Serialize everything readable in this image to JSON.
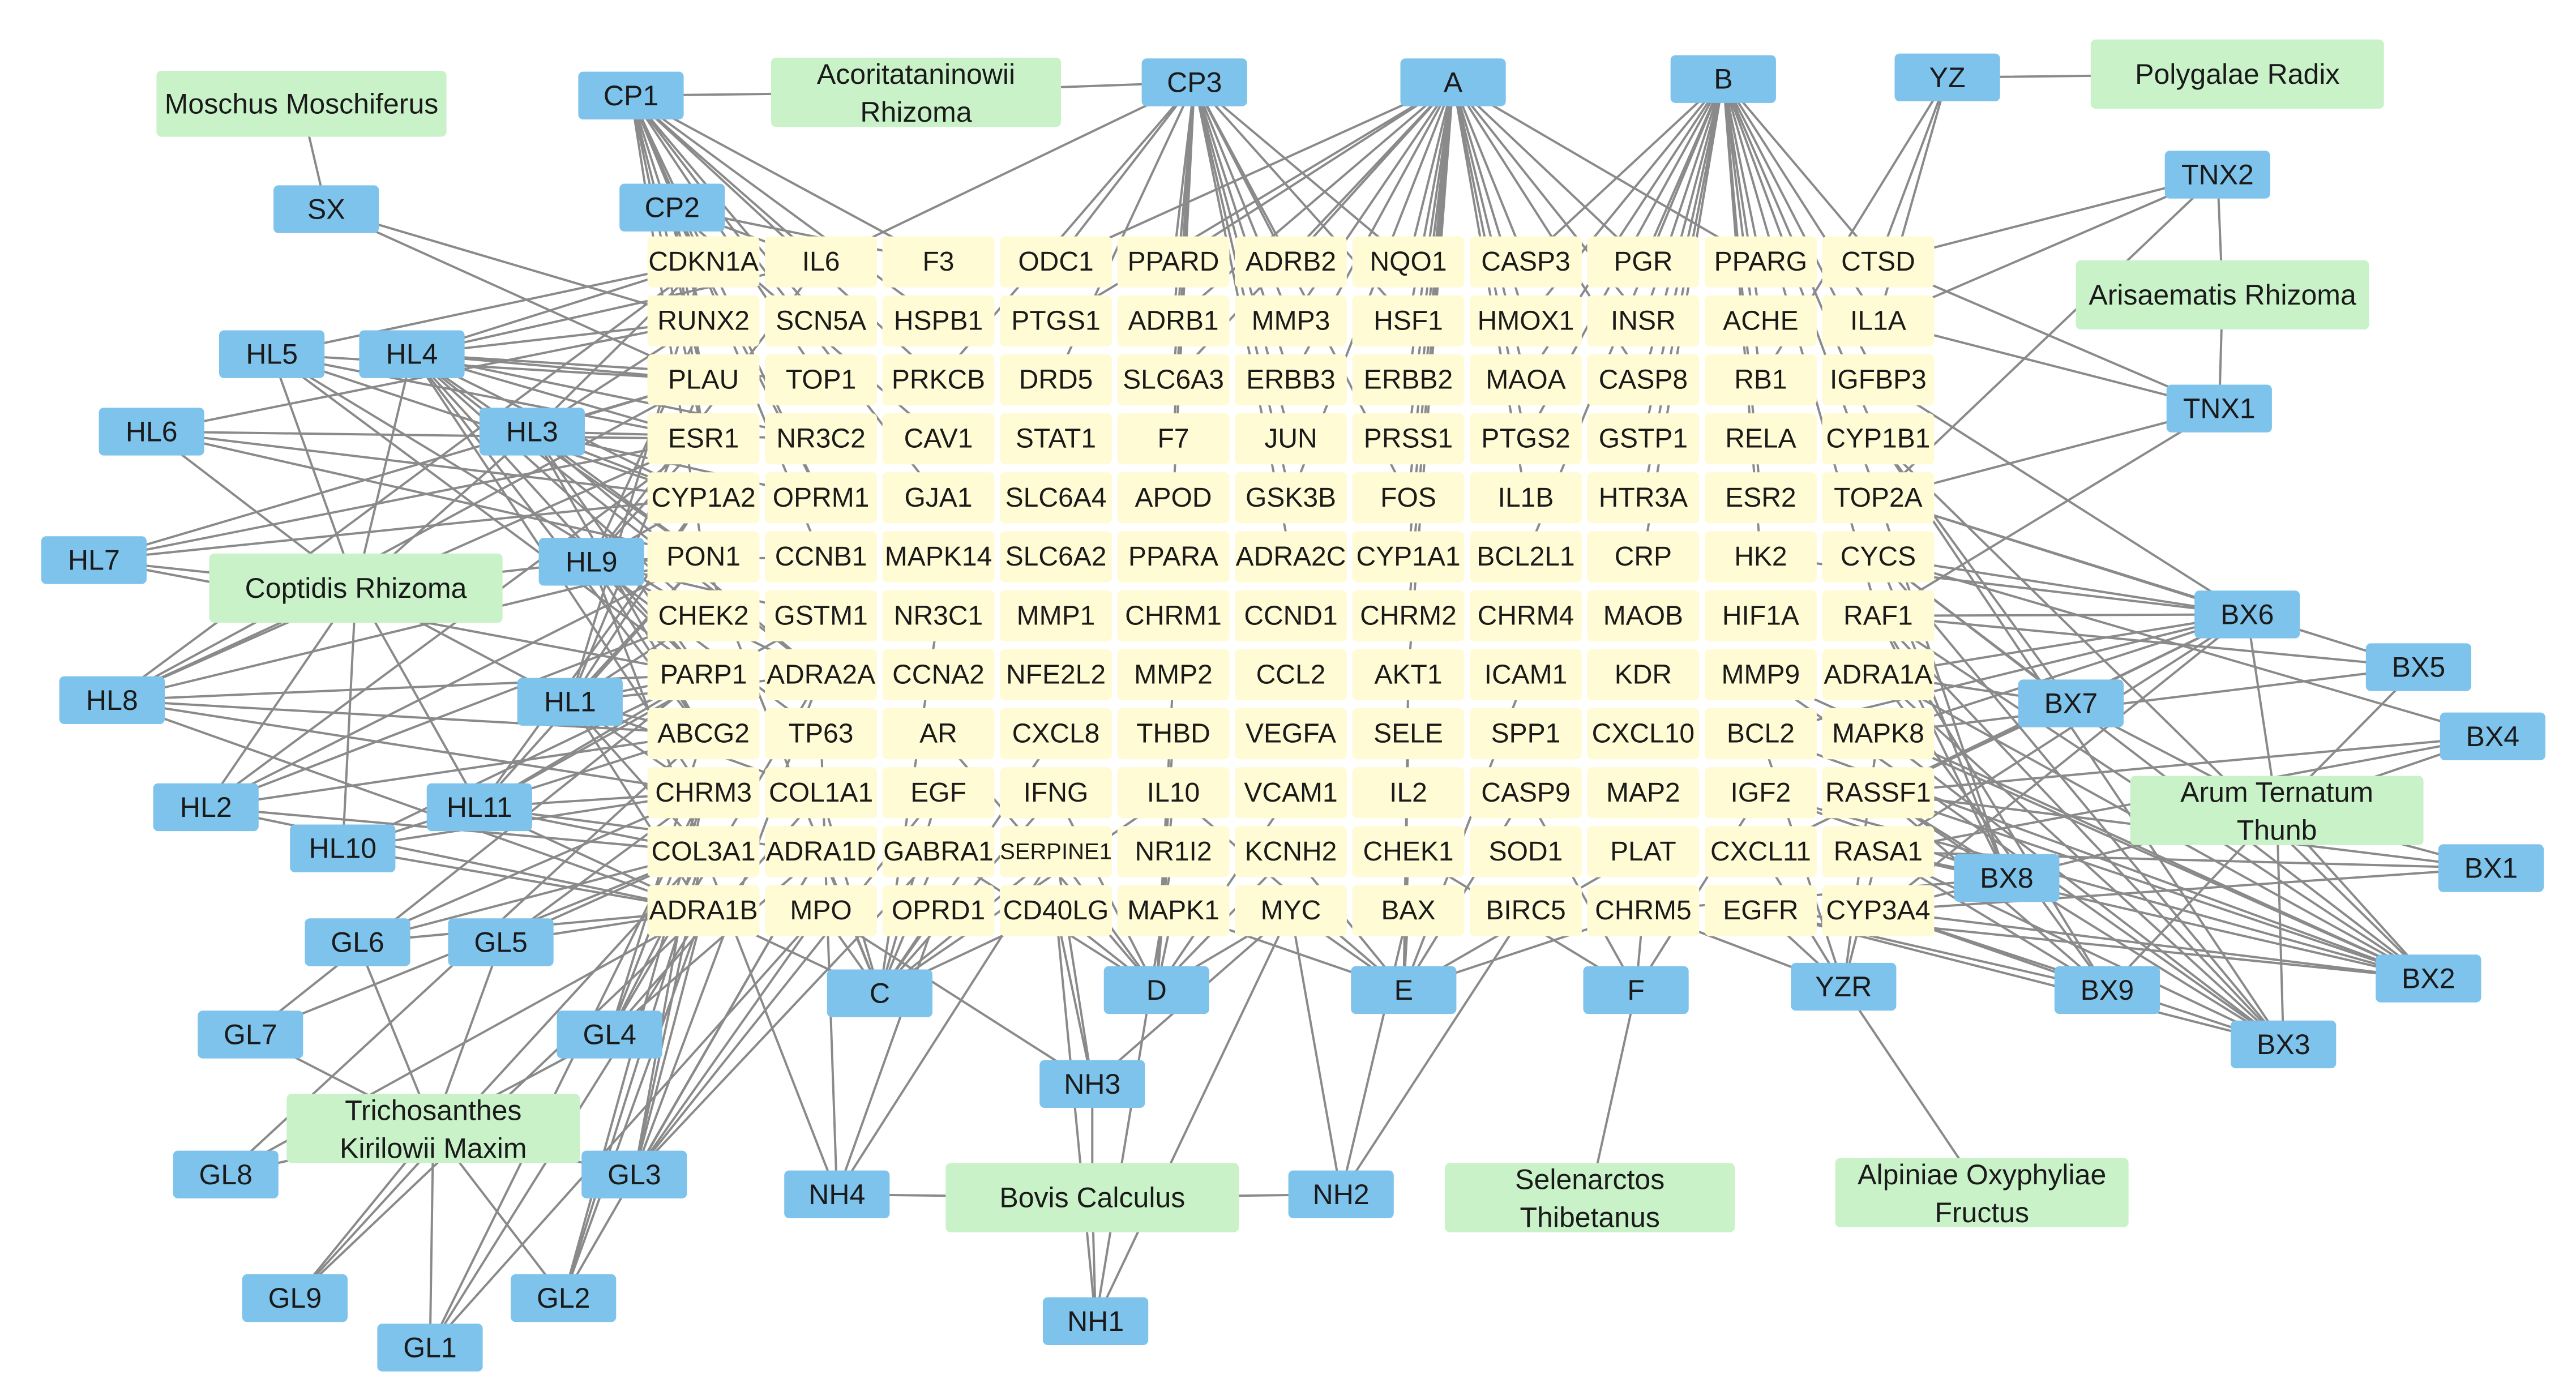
{
  "colors": {
    "compound": "#7ec3ec",
    "herb": "#c9f2c9",
    "target": "#fffbd4",
    "edge": "#8a8a8a",
    "target_border": "#d9d5b0"
  },
  "herbs": [
    {
      "id": "moschus",
      "lines": [
        "Moschus Moschiferus"
      ]
    },
    {
      "id": "acoritat",
      "lines": [
        "Acoritataninowii",
        "Rhizoma"
      ]
    },
    {
      "id": "polygalae",
      "lines": [
        "Polygalae Radix"
      ]
    },
    {
      "id": "arisaematis",
      "lines": [
        "Arisaematis Rhizoma"
      ]
    },
    {
      "id": "coptidis",
      "lines": [
        "Coptidis Rhizoma"
      ]
    },
    {
      "id": "arum",
      "lines": [
        "Arum Ternatum",
        "Thunb"
      ]
    },
    {
      "id": "trichosanthes",
      "lines": [
        "Trichosanthes",
        "Kirilowii Maxim"
      ]
    },
    {
      "id": "bovis",
      "lines": [
        "Bovis Calculus"
      ]
    },
    {
      "id": "selenarctos",
      "lines": [
        "Selenarctos",
        "Thibetanus"
      ]
    },
    {
      "id": "alpiniae",
      "lines": [
        "Alpiniae Oxyphyliae",
        "Fructus"
      ]
    }
  ],
  "compounds": [
    "CP1",
    "CP2",
    "CP3",
    "A",
    "B",
    "YZ",
    "TNX2",
    "TNX1",
    "SX",
    "HL5",
    "HL4",
    "HL3",
    "HL6",
    "HL7",
    "HL9",
    "HL8",
    "HL1",
    "HL2",
    "HL11",
    "HL10",
    "GL6",
    "GL5",
    "GL7",
    "GL4",
    "GL8",
    "GL3",
    "GL9",
    "GL2",
    "GL1",
    "C",
    "D",
    "E",
    "F",
    "YZR",
    "NH3",
    "NH4",
    "NH2",
    "NH1",
    "BX6",
    "BX5",
    "BX7",
    "BX4",
    "BX8",
    "BX1",
    "BX9",
    "BX2",
    "BX3"
  ],
  "targets": [
    [
      "CDKN1A",
      "IL6",
      "F3",
      "ODC1",
      "PPARD",
      "ADRB2",
      "NQO1",
      "CASP3",
      "PGR",
      "PPARG",
      "CTSD"
    ],
    [
      "RUNX2",
      "SCN5A",
      "HSPB1",
      "PTGS1",
      "ADRB1",
      "MMP3",
      "HSF1",
      "HMOX1",
      "INSR",
      "ACHE",
      "IL1A"
    ],
    [
      "PLAU",
      "TOP1",
      "PRKCB",
      "DRD5",
      "SLC6A3",
      "ERBB3",
      "ERBB2",
      "MAOA",
      "CASP8",
      "RB1",
      "IGFBP3"
    ],
    [
      "ESR1",
      "NR3C2",
      "CAV1",
      "STAT1",
      "F7",
      "JUN",
      "PRSS1",
      "PTGS2",
      "GSTP1",
      "RELA",
      "CYP1B1"
    ],
    [
      "CYP1A2",
      "OPRM1",
      "GJA1",
      "SLC6A4",
      "APOD",
      "GSK3B",
      "FOS",
      "IL1B",
      "HTR3A",
      "ESR2",
      "TOP2A"
    ],
    [
      "PON1",
      "CCNB1",
      "MAPK14",
      "SLC6A2",
      "PPARA",
      "ADRA2C",
      "CYP1A1",
      "BCL2L1",
      "CRP",
      "HK2",
      "CYCS"
    ],
    [
      "CHEK2",
      "GSTM1",
      "NR3C1",
      "MMP1",
      "CHRM1",
      "CCND1",
      "CHRM2",
      "CHRM4",
      "MAOB",
      "HIF1A",
      "RAF1"
    ],
    [
      "PARP1",
      "ADRA2A",
      "CCNA2",
      "NFE2L2",
      "MMP2",
      "CCL2",
      "AKT1",
      "ICAM1",
      "KDR",
      "MMP9",
      "ADRA1A"
    ],
    [
      "ABCG2",
      "TP63",
      "AR",
      "CXCL8",
      "THBD",
      "VEGFA",
      "SELE",
      "SPP1",
      "CXCL10",
      "BCL2",
      "MAPK8"
    ],
    [
      "CHRM3",
      "COL1A1",
      "EGF",
      "IFNG",
      "IL10",
      "VCAM1",
      "IL2",
      "CASP9",
      "MAP2",
      "IGF2",
      "RASSF1"
    ],
    [
      "COL3A1",
      "ADRA1D",
      "GABRA1",
      "SERPINE1",
      "NR1I2",
      "KCNH2",
      "CHEK1",
      "SOD1",
      "PLAT",
      "CXCL11",
      "RASA1"
    ],
    [
      "ADRA1B",
      "MPO",
      "OPRD1",
      "CD40LG",
      "MAPK1",
      "MYC",
      "BAX",
      "BIRC5",
      "CHRM5",
      "EGFR",
      "CYP3A4"
    ]
  ]
}
